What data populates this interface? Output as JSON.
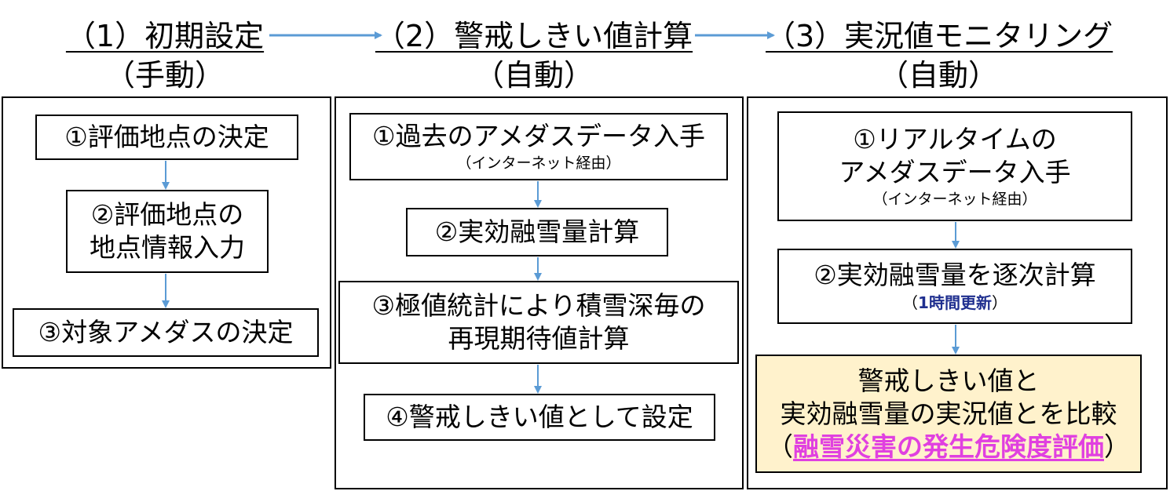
{
  "phase1": {
    "title": "（1）初期設定",
    "mode": "（手動）"
  },
  "phase2": {
    "title": "（2）警戒しきい値計算",
    "mode": "（自動）"
  },
  "phase3": {
    "title": "（3）実況値モニタリング",
    "mode": "（自動）"
  },
  "col1": {
    "step1": "①評価地点の決定",
    "step2_line1": "②評価地点の",
    "step2_line2": "地点情報入力",
    "step3": "③対象アメダスの決定"
  },
  "col2": {
    "step1": "①過去のアメダスデータ入手",
    "step1_note": "（インターネット経由）",
    "step2": "②実効融雪量計算",
    "step3_line1": "③極値統計により積雪深毎の",
    "step3_line2": "再現期待値計算",
    "step4": "④警戒しきい値として設定"
  },
  "col3": {
    "step1_line1": "①リアルタイムの",
    "step1_line2": "アメダスデータ入手",
    "step1_note": "（インターネット経由）",
    "step2": "②実効融雪量を逐次計算",
    "step2_note_open": "（",
    "step2_note": "1時間更新",
    "step2_note_close": "）",
    "final_line1": "警戒しきい値と",
    "final_line2": "実効融雪量の実況値とを比較",
    "final_open": "（",
    "final_highlight": "融雪災害の発生危険度評価",
    "final_close": "）"
  },
  "colors": {
    "arrow": "#5b9bd5",
    "final_bg": "#fff2cc",
    "highlight": "#e040e0",
    "note_blue": "#1f2f8f"
  }
}
